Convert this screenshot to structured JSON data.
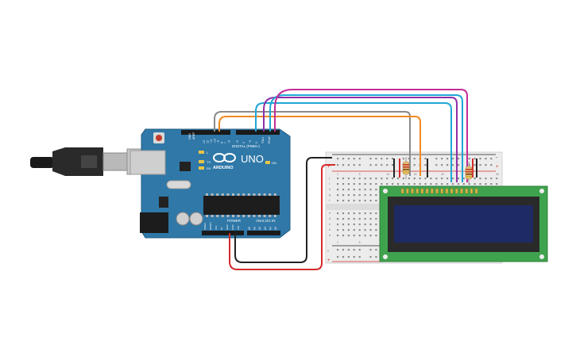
{
  "arduino": {
    "logo": "ARDUINO",
    "model": "UNO",
    "digital_label": "DIGITAL (PWM~)",
    "power_label": "POWER",
    "analog_label": "ANALOG IN",
    "led_labels": [
      "L",
      "TX",
      "RX"
    ],
    "on_label": "ON",
    "aref_label": "AREF",
    "gnd_label": "GND",
    "digital_pins": [
      "13",
      "12",
      "~11",
      "~10",
      "~9",
      "8",
      "7",
      "~6",
      "~5",
      "4",
      "~3",
      "2",
      "TX▸1",
      "RX◂0"
    ],
    "power_pins": [
      "IOREF",
      "RESET",
      "3V3",
      "5V",
      "GND",
      "GND",
      "VIN"
    ],
    "analog_pins": [
      "A0",
      "A1",
      "A2",
      "A3",
      "A4",
      "A5"
    ]
  },
  "breadboard": {
    "row_letters_top": [
      "j",
      "i",
      "h",
      "g",
      "f"
    ],
    "row_letters_bottom": [
      "e",
      "d",
      "c",
      "b",
      "a"
    ],
    "rail_plus": "+",
    "rail_minus": "-",
    "column_numbers": [
      "1",
      "5",
      "10",
      "15",
      "20",
      "25",
      "30"
    ]
  },
  "wires": {
    "gray": "#8a8a8a",
    "orange": "#f0891f",
    "cyan": "#1ea7d6",
    "purple": "#8e2fa8",
    "magenta": "#c22d97",
    "red": "#d42a2a",
    "black": "#222222"
  },
  "lcd": {
    "screen_color": "#1e2a63",
    "board_color": "#3fa34d"
  }
}
